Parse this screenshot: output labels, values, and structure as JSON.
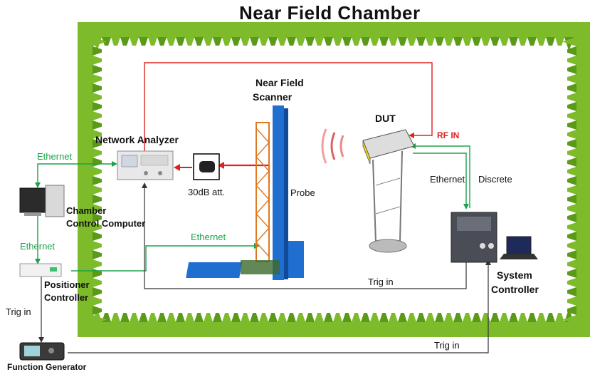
{
  "title": "Near Field Chamber",
  "labels": {
    "near_field_scanner": [
      "Near Field",
      "Scanner"
    ],
    "network_analyzer": "Network Analyzer",
    "attenuator": "30dB att.",
    "probe": "Probe",
    "dut": "DUT",
    "rf_in": "RF IN",
    "ethernet_top_left": "Ethernet",
    "ethernet_left": "Ethernet",
    "ethernet_scanner": "Ethernet",
    "ethernet_dut": "Ethernet",
    "discrete": "Discrete",
    "chamber_control_computer": [
      "Chamber",
      "Control Computer"
    ],
    "positioner_controller": [
      "Positioner",
      "Controller"
    ],
    "trig_in_left": "Trig in",
    "trig_in_middle": "Trig in",
    "trig_in_bottom": "Trig in",
    "system_controller": [
      "System",
      "Controller"
    ],
    "function_generator": "Function Generator"
  },
  "colors": {
    "absorber": "#7dbb2a",
    "absorber_dark": "#5a9a18",
    "rf_line": "#e0201e",
    "ethernet_line": "#1aa34a",
    "trigger_line": "#333333",
    "scanner_blue": "#1f6fd0",
    "scanner_orange": "#e07820"
  }
}
